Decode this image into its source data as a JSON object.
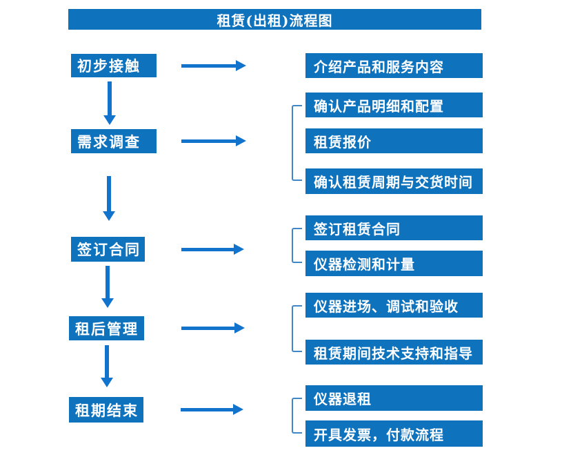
{
  "title": "租赁(出租)流程图",
  "colors": {
    "box_blue": "#0e72bd",
    "arrow_blue": "#1273cd",
    "bracket_blue": "#3f87c9",
    "text_white": "#ffffff",
    "background": "#ffffff"
  },
  "rows": [
    {
      "step": "初步接触",
      "details": [
        "介绍产品和服务内容"
      ]
    },
    {
      "step": "需求调查",
      "details": [
        "确认产品明细和配置",
        "租赁报价",
        "确认租赁周期与交货时间"
      ]
    },
    {
      "step": "签订合同",
      "details": [
        "签订租赁合同",
        "仪器检测和计量"
      ]
    },
    {
      "step": "租后管理",
      "details": [
        "仪器进场、调试和验收",
        "租赁期间技术支持和指导"
      ]
    },
    {
      "step": "租期结束",
      "details": [
        "仪器退租",
        "开具发票，付款流程"
      ]
    }
  ]
}
